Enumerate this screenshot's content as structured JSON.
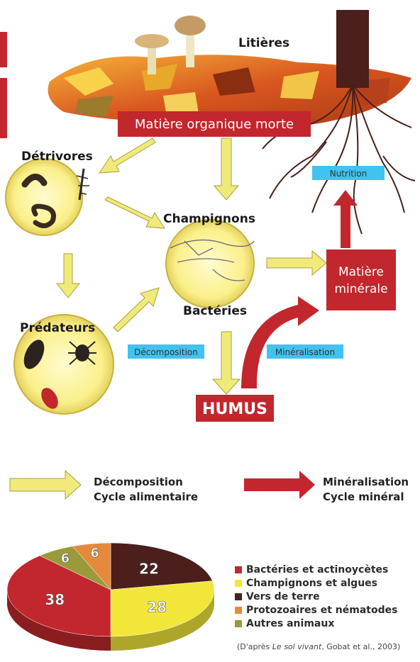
{
  "labels": {
    "litieres": "Litières",
    "matiere_organique": "Matière organique morte",
    "detrivores": "Détrivores",
    "champignons": "Champignons",
    "bacteries": "Bactéries",
    "predateurs": "Prédateurs",
    "nutrition": "Nutrition",
    "matiere_minerale_1": "Matière",
    "matiere_minerale_2": "minérale",
    "decomposition_tag": "Décomposition",
    "mineralisation_tag": "Minéralisation",
    "humus": "HUMUS"
  },
  "legend": {
    "yellow_line1": "Décomposition",
    "yellow_line2": "Cycle alimentaire",
    "red_line1": "Minéralisation",
    "red_line2": "Cycle minéral"
  },
  "colors": {
    "yellow_arrow": "#f0ea7a",
    "red_box": "#c1272d",
    "cyan_tag": "#40c3ee",
    "circle_fill": "#fbf08a"
  },
  "chart_data": {
    "type": "pie",
    "categories": [
      "Bactéries et actinoycètes",
      "Champignons et algues",
      "Vers de terre",
      "Protozoaires et nématodes",
      "Autres animaux"
    ],
    "values": [
      38,
      28,
      22,
      6,
      6
    ],
    "value_labels": [
      "38",
      "28",
      "22",
      "6",
      "6"
    ],
    "colors": [
      "#c1272d",
      "#f2e63a",
      "#4a1f1c",
      "#e58a3c",
      "#9a9a3a"
    ],
    "legend_position": "right"
  },
  "source": {
    "prefix": "(D'après ",
    "title": "Le sol vivant",
    "suffix": ", Gobat et al., 2003)"
  }
}
